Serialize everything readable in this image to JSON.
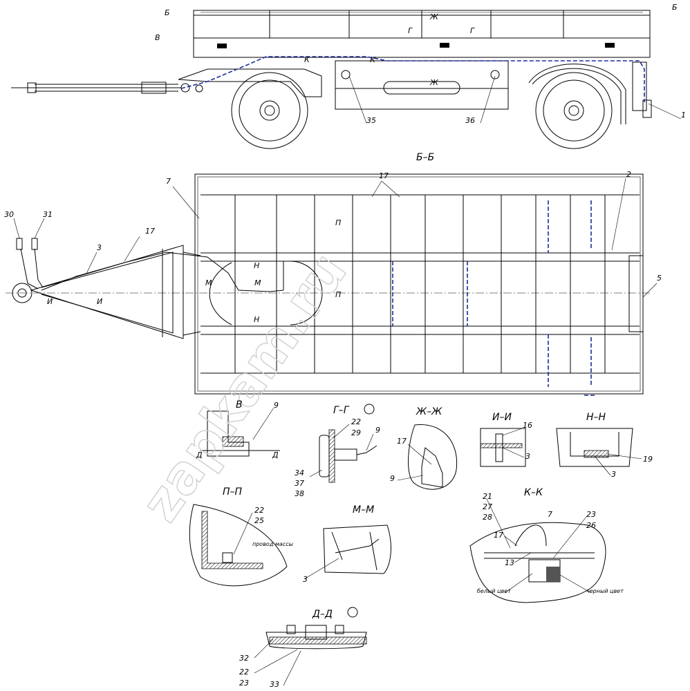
{
  "sections": {
    "bb": "Б–Б",
    "v": "В",
    "gg": "Г–Г",
    "zhzh": "Ж–Ж",
    "ii": "И–И",
    "nn": "Н–Н",
    "pp": "П–П",
    "mm": "М–М",
    "kk": "К–К",
    "dd": "Д–Д"
  },
  "cut_marks": {
    "b": "Б",
    "v": "В",
    "zh": "Ж",
    "g": "Г",
    "k": "К",
    "p": "П",
    "n": "Н",
    "m": "М",
    "i": "И",
    "d": "Д"
  },
  "callouts": {
    "c1": "1",
    "c2": "2",
    "c3": "3",
    "c5": "5",
    "c7": "7",
    "c9": "9",
    "c13": "13",
    "c16": "16",
    "c17": "17",
    "c19": "19",
    "c21": "21",
    "c22": "22",
    "c23": "23",
    "c25": "25",
    "c26": "26",
    "c27": "27",
    "c28": "28",
    "c29": "29",
    "c30": "30",
    "c31": "31",
    "c32": "32",
    "c33": "33",
    "c34": "34",
    "c35": "35",
    "c36": "36",
    "c37": "37",
    "c38": "38"
  },
  "notes": {
    "ground_wire": "провод массы",
    "white_color": "белый цвет",
    "black_color": "черный цвет"
  },
  "watermark": "zapkam.ru",
  "colors": {
    "line": "#000000",
    "wiring": "#1a2a9c",
    "watermark": "#cfcfcf"
  }
}
